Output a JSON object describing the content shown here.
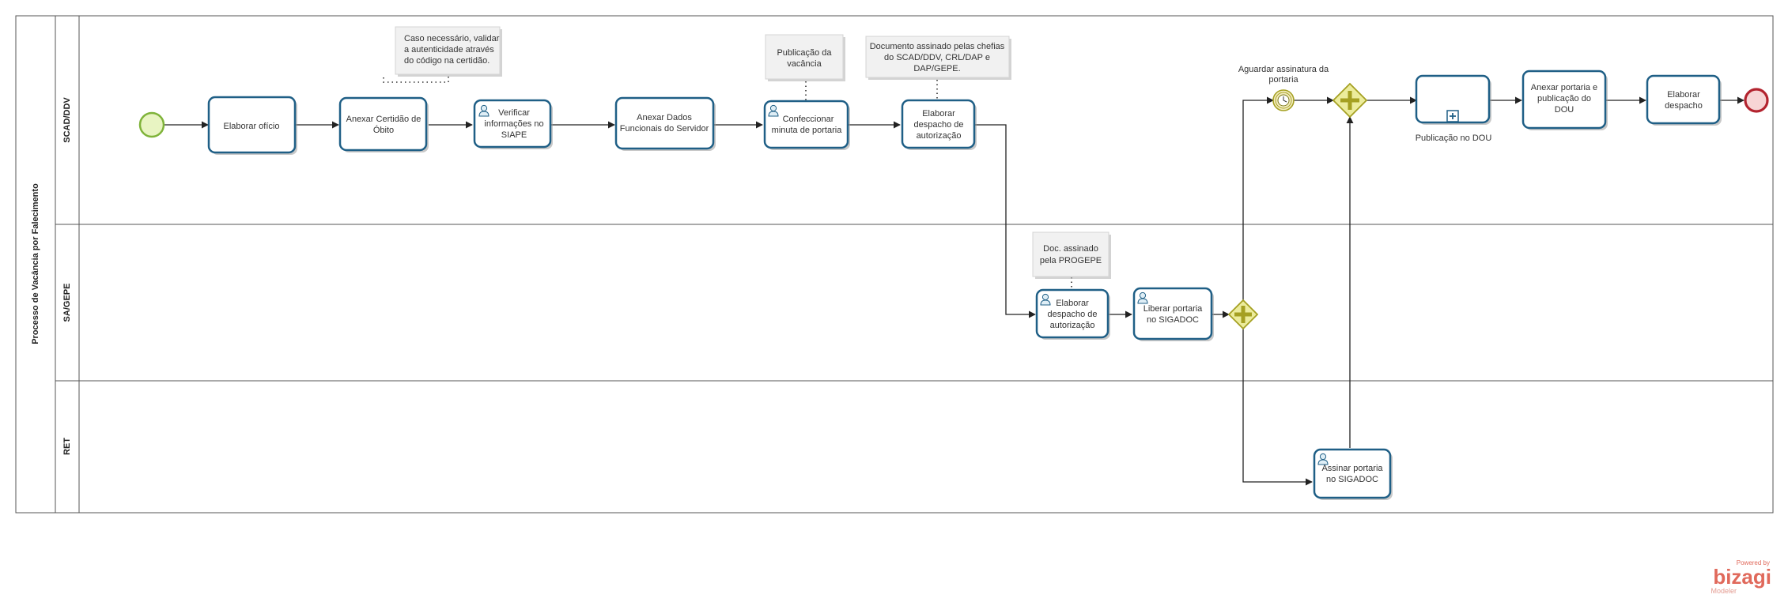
{
  "pool": {
    "title": "Processo de Vacância por Falecimento"
  },
  "lanes": [
    {
      "id": "scad",
      "label": "SCAD/DDV"
    },
    {
      "id": "sagepe",
      "label": "SA/GEPE"
    },
    {
      "id": "ret",
      "label": "RET"
    }
  ],
  "tasks": [
    {
      "id": "t1",
      "lines": [
        "Elaborar  ofício"
      ],
      "user_icon": false
    },
    {
      "id": "t2",
      "lines": [
        "Anexar Certidão  de",
        "Óbito"
      ],
      "user_icon": false
    },
    {
      "id": "t3",
      "lines": [
        "Verificar",
        "informações no",
        "SIAPE"
      ],
      "user_icon": true
    },
    {
      "id": "t4",
      "lines": [
        "Anexar Dados",
        "Funcionais do Servidor"
      ],
      "user_icon": false
    },
    {
      "id": "t5",
      "lines": [
        "Confeccionar",
        "minuta de portaria"
      ],
      "user_icon": true
    },
    {
      "id": "t6",
      "lines": [
        "Elaborar",
        "despacho  de",
        "autorização"
      ],
      "user_icon": false
    },
    {
      "id": "t7",
      "lines": [
        "Elaborar",
        "despacho de",
        "autorização"
      ],
      "user_icon": true
    },
    {
      "id": "t8",
      "lines": [
        "Liberar portaria",
        "no SIGADOC"
      ],
      "user_icon": true
    },
    {
      "id": "t9",
      "lines": [
        "Assinar portaria",
        "no SIGADOC"
      ],
      "user_icon": true
    },
    {
      "id": "t11",
      "lines": [
        "Anexar portaria e",
        "publicação do",
        "DOU"
      ],
      "user_icon": false
    },
    {
      "id": "t12",
      "lines": [
        "Elaborar",
        "despacho"
      ],
      "user_icon": false
    }
  ],
  "subprocess": {
    "label": "Publicação no DOU"
  },
  "timer_event": {
    "label_lines": [
      "Aguardar assinatura da",
      "portaria"
    ]
  },
  "annotations": [
    {
      "id": "a1",
      "lines": [
        "Caso necessário, validar",
        "a autenticidade através",
        "do código na certidão."
      ]
    },
    {
      "id": "a2",
      "lines": [
        "Publicação da",
        "vacância"
      ]
    },
    {
      "id": "a3",
      "lines": [
        "Documento assinado pelas chefias",
        "do SCAD/DDV, CRL/DAP e",
        "DAP/GEPE."
      ]
    },
    {
      "id": "a4",
      "lines": [
        "Doc. assinado",
        "pela PROGEPE"
      ]
    }
  ],
  "watermark": {
    "powered": "Powered by",
    "brand": "bizagi",
    "product": "Modeler"
  },
  "colors": {
    "task_border": "#1f5f86",
    "start_event_fill": "#e8f4c2",
    "start_event_stroke": "#7fb33a",
    "end_event_fill": "#f7d5d5",
    "end_event_stroke": "#b3242f",
    "gateway_fill": "#ecec9c",
    "gateway_stroke": "#a5a022",
    "annotation_fill": "#f1f1f1",
    "brand": "#e0695b"
  }
}
